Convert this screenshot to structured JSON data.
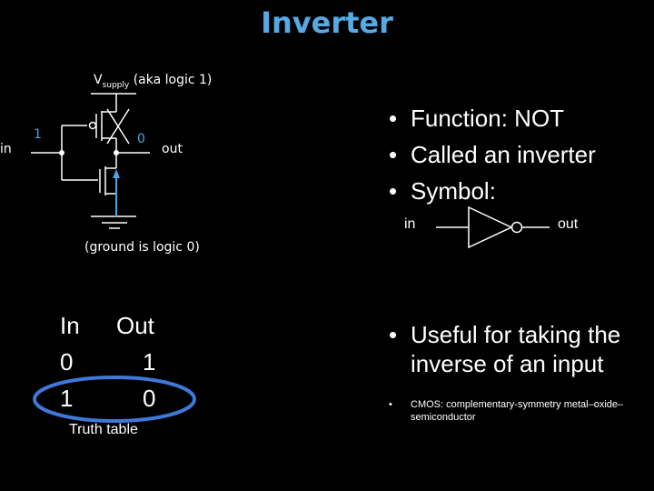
{
  "title": "Inverter",
  "circuit": {
    "vsupply_v": "V",
    "vsupply_sub": "supply",
    "vsupply_note": "(aka logic 1)",
    "in_label": "in",
    "in_value": "1",
    "out_value": "0",
    "out_label": "out",
    "ground_note": "(ground is logic 0)"
  },
  "bullets": [
    "Function: NOT",
    "Called an inverter",
    "Symbol:"
  ],
  "symbol": {
    "in_label": "in",
    "out_label": "out"
  },
  "bullet_useful": "Useful for taking the inverse of an input",
  "bullet_cmos": "CMOS: complementary-symmetry metal–oxide–semiconductor",
  "truth_table": {
    "headers": [
      "In",
      "Out"
    ],
    "rows": [
      [
        "0",
        "1"
      ],
      [
        "1",
        "0"
      ]
    ],
    "caption": "Truth table",
    "highlight_color": "#3f78d8"
  },
  "colors": {
    "title": "#56a9e3",
    "accent": "#4fa3df"
  }
}
